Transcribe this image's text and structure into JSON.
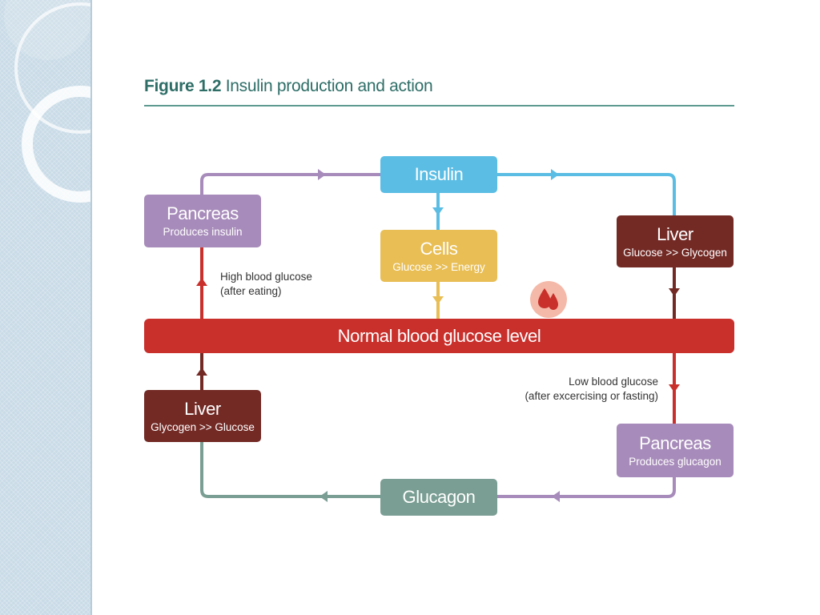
{
  "figure": {
    "number": "Figure 1.2",
    "caption": "Insulin production and action"
  },
  "boxes": {
    "insulin": {
      "name": "Insulin"
    },
    "pancreas_top": {
      "name": "Pancreas",
      "sub": "Produces insulin"
    },
    "cells": {
      "name": "Cells",
      "sub": "Glucose >> Energy"
    },
    "liver_top": {
      "name": "Liver",
      "sub": "Glucose >> Glycogen"
    },
    "liver_bottom": {
      "name": "Liver",
      "sub": "Glycogen >> Glucose"
    },
    "pancreas_bottom": {
      "name": "Pancreas",
      "sub": "Produces glucagon"
    },
    "glucagon": {
      "name": "Glucagon"
    }
  },
  "center_bar": {
    "label": "Normal blood glucose level"
  },
  "notes": {
    "high": {
      "line1": "High blood glucose",
      "line2": "(after eating)"
    },
    "low": {
      "line1": "Low blood glucose",
      "line2": "(after excercising or fasting)"
    }
  },
  "icons": {
    "blood_drops": "blood-drops-icon"
  },
  "colors": {
    "insulin": "#5bbde4",
    "pancreas": "#a78bba",
    "cells": "#e8be55",
    "liver": "#732a25",
    "bar": "#c9302c",
    "glucagon": "#7a9e93",
    "title": "#2e6e67"
  }
}
